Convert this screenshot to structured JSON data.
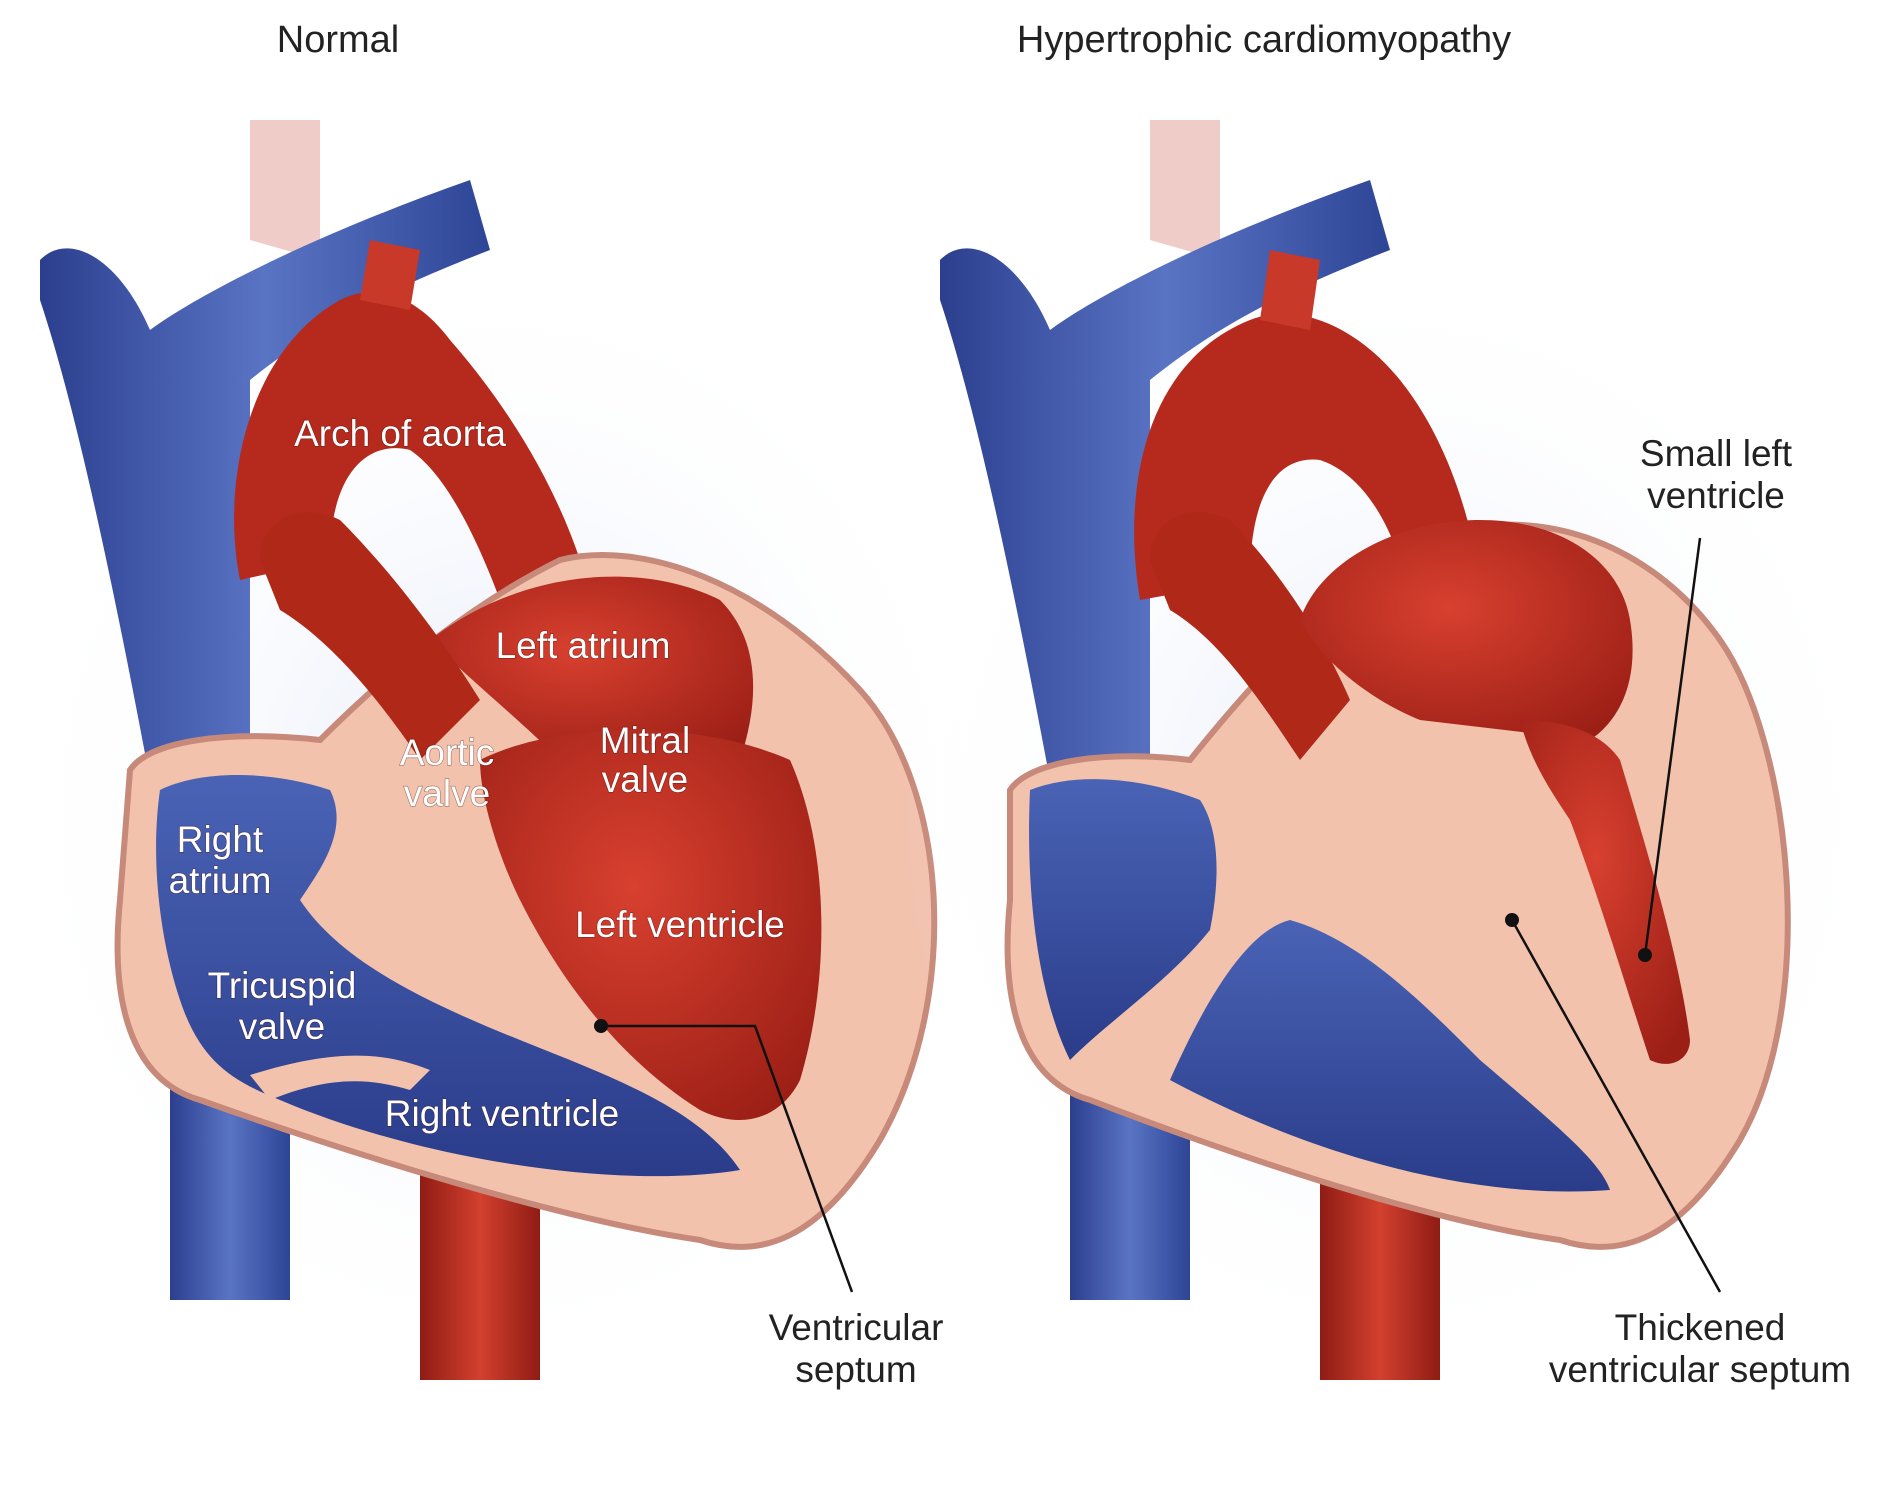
{
  "panels": [
    {
      "title": "Normal",
      "labels": {
        "arch_of_aorta": "Arch of aorta",
        "left_atrium": "Left atrium",
        "aortic_valve": [
          "Aortic",
          "valve"
        ],
        "mitral_valve": [
          "Mitral",
          "valve"
        ],
        "right_atrium": [
          "Right",
          "atrium"
        ],
        "left_ventricle": "Left ventricle",
        "tricuspid_valve": [
          "Tricuspid",
          "valve"
        ],
        "right_ventricle": "Right ventricle",
        "ventricular_septum": [
          "Ventricular",
          "septum"
        ]
      }
    },
    {
      "title": "Hypertrophic cardiomyopathy",
      "labels": {
        "small_left_ventricle": [
          "Small left",
          "ventricle"
        ],
        "thickened_ventricular_septum": [
          "Thickened",
          "ventricular septum"
        ]
      }
    }
  ],
  "colors": {
    "venous_blue": "#3d56a8",
    "arterial_red": "#c42c20",
    "muscle_pink": "#f2c2ad"
  }
}
